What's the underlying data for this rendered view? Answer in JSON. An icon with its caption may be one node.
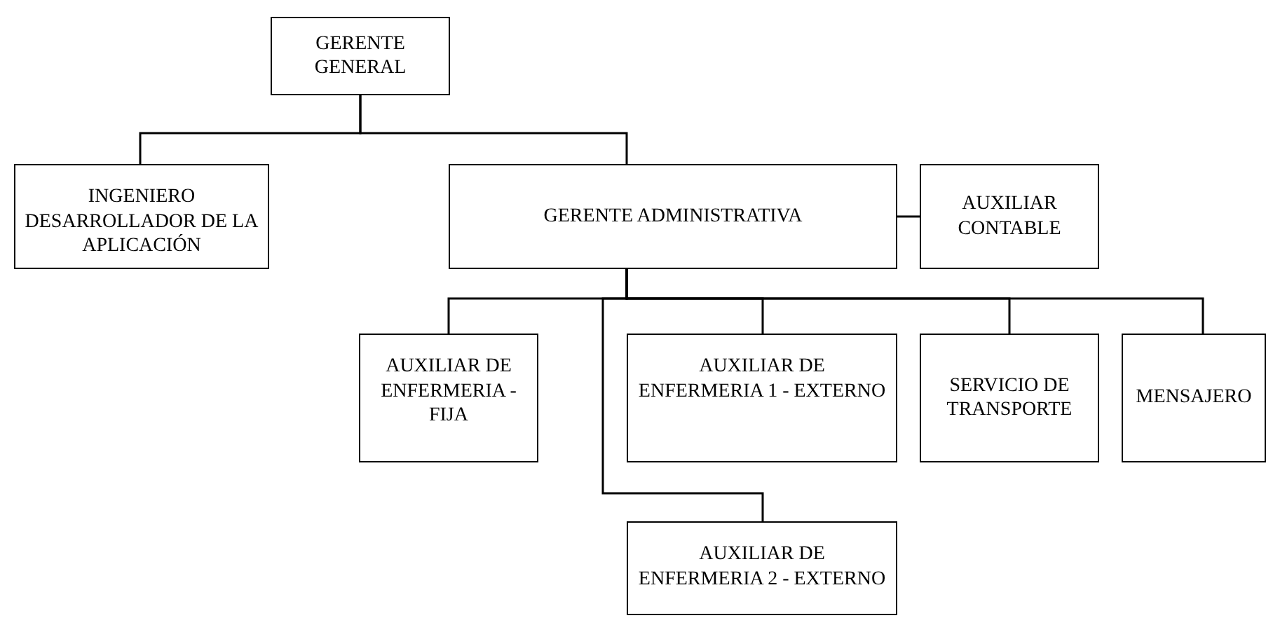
{
  "diagram": {
    "nodes": [
      {
        "text": [
          "GERENTE GENERAL"
        ]
      },
      {
        "text": [
          "INGENIERO DESARROLLADOR DE LA APLICACIÓN"
        ]
      },
      {
        "text": [
          "GERENTE ADMINISTRATIVA"
        ]
      },
      {
        "text": [
          "AUXILIAR CONTABLE"
        ]
      },
      {
        "text": [
          "AUXILIAR DE ENFERMERIA - FIJA"
        ]
      },
      {
        "text": [
          "AUXILIAR DE ENFERMERIA 1 - EXTERNO"
        ]
      },
      {
        "text": [
          "SERVICIO DE TRANSPORTE"
        ]
      },
      {
        "text": [
          "MENSAJERO"
        ]
      },
      {
        "text": [
          "AUXILIAR DE ENFERMERIA 2 - EXTERNO"
        ]
      }
    ],
    "edges": [
      {
        "from": 0,
        "to": 1,
        "arrow": "none"
      },
      {
        "from": 0,
        "to": 2,
        "arrow": "none"
      },
      {
        "from": 2,
        "to": 3,
        "arrow": "none"
      },
      {
        "from": 2,
        "to": 4,
        "arrow": "none"
      },
      {
        "from": 2,
        "to": 5,
        "arrow": "none"
      },
      {
        "from": 2,
        "to": 6,
        "arrow": "none"
      },
      {
        "from": 2,
        "to": 7,
        "arrow": "none"
      },
      {
        "from": 2,
        "to": 8,
        "arrow": "none"
      }
    ]
  }
}
